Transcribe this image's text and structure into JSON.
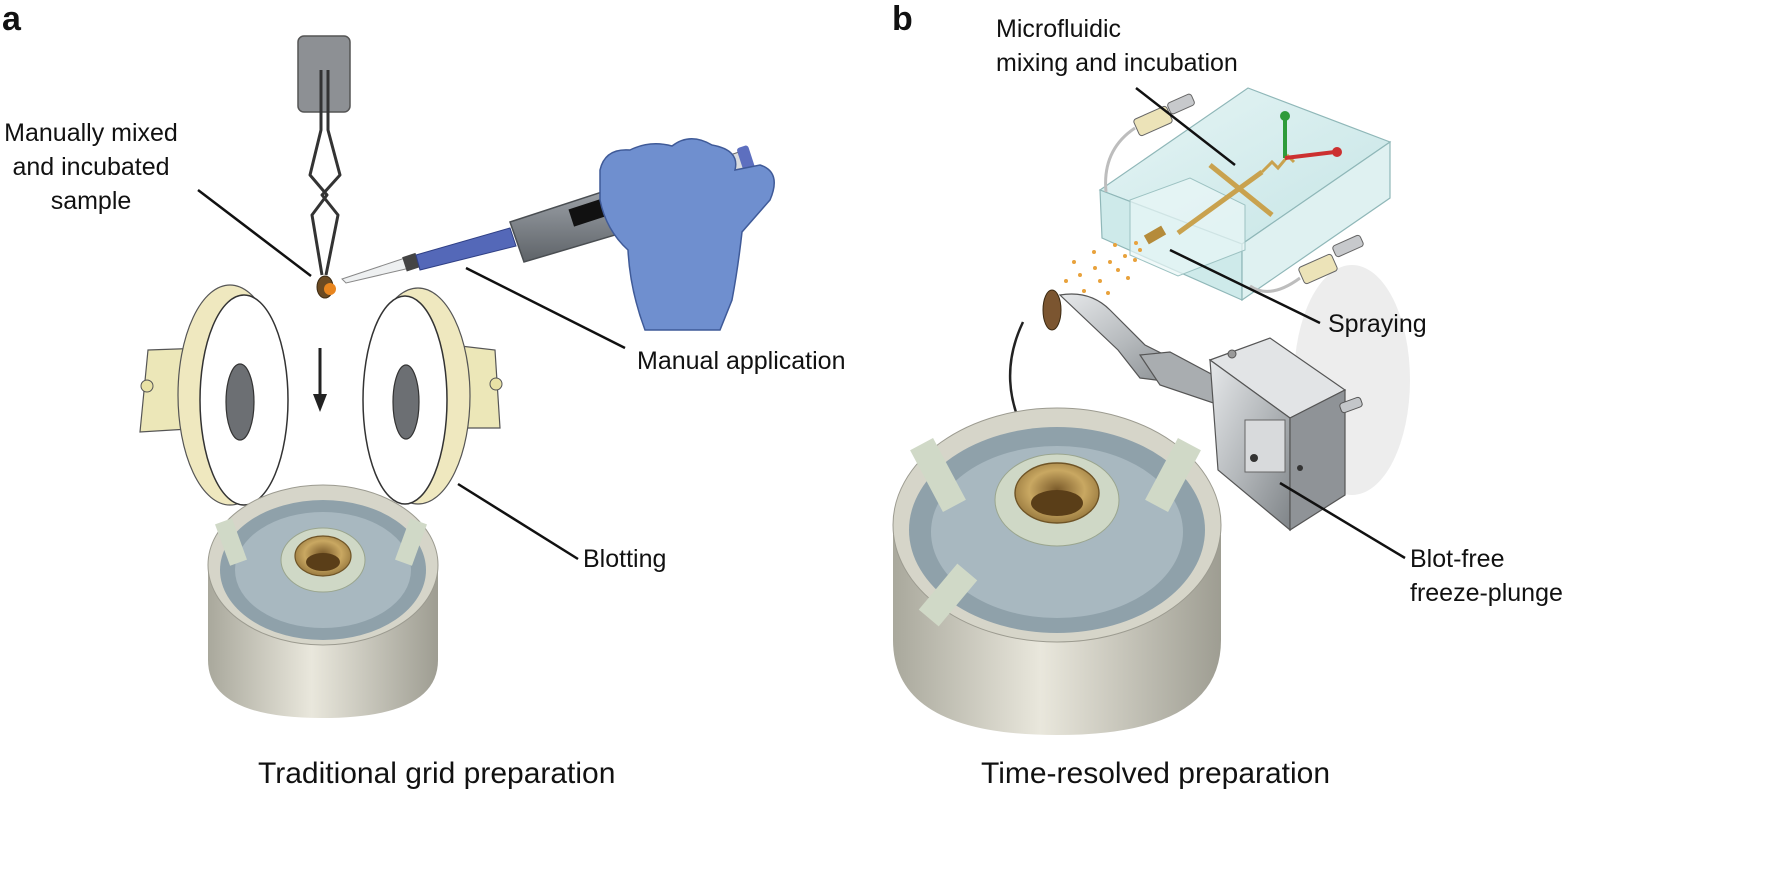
{
  "panel_a": {
    "letter": "a",
    "caption": "Traditional grid preparation",
    "labels": {
      "sample_line1": "Manually mixed",
      "sample_line2": "and incubated",
      "sample_line3": "sample",
      "application": "Manual application",
      "blotting": "Blotting"
    }
  },
  "panel_b": {
    "letter": "b",
    "caption": "Time-resolved preparation",
    "labels": {
      "mixing_line1": "Microfluidic",
      "mixing_line2": "mixing and incubation",
      "spraying": "Spraying",
      "plunge_line1": "Blot-free",
      "plunge_line2": "freeze-plunge"
    }
  },
  "colors": {
    "glove": "#6f8fcf",
    "pipette_body": "#8a8f95",
    "blotting_paper": "#f3efcf",
    "sample_drop": "#e8851e",
    "chip_glass": "#cfe9ea",
    "spray": "#e8a23c",
    "metal": "#b8bcbf",
    "ethane_cup": "#b89a5a"
  }
}
